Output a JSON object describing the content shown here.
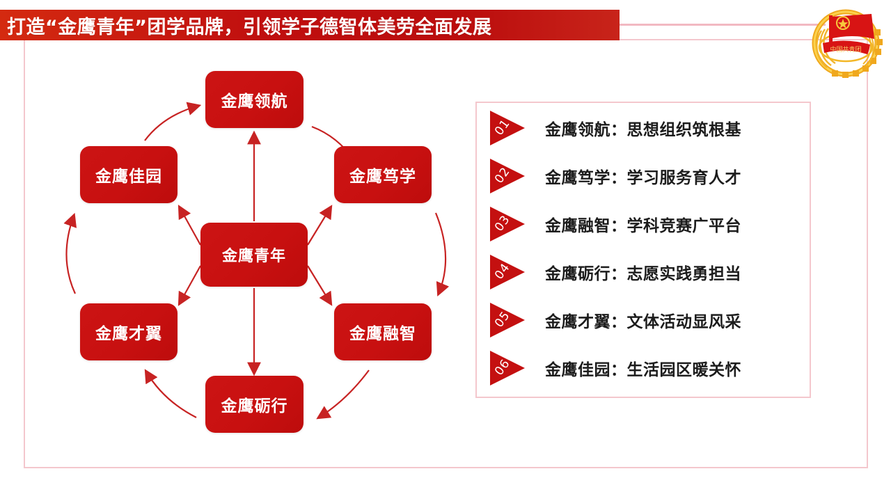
{
  "slide": {
    "title": "打造“金鹰青年”团学品牌，引领学子德智体美劳全面发展",
    "emblem_name": "communist-youth-league-emblem",
    "emblem_text": "中国共青团",
    "colors": {
      "brand_red": "#c81010",
      "title_red": "#c00f0f",
      "frame_pink": "#f4c7cd",
      "text_dark": "#1c1c1c",
      "emblem_gold": "#f5b921"
    }
  },
  "diagram": {
    "center": {
      "label": "金鹰青年"
    },
    "nodes": [
      {
        "id": "lead",
        "label": "金鹰领航"
      },
      {
        "id": "study",
        "label": "金鹰笃学"
      },
      {
        "id": "smart",
        "label": "金鹰融智"
      },
      {
        "id": "action",
        "label": "金鹰砺行"
      },
      {
        "id": "talent",
        "label": "金鹰才翼"
      },
      {
        "id": "home",
        "label": "金鹰佳园"
      }
    ]
  },
  "list": {
    "items": [
      {
        "num": "01",
        "text": "金鹰领航：思想组织筑根基"
      },
      {
        "num": "02",
        "text": "金鹰笃学：学习服务育人才"
      },
      {
        "num": "03",
        "text": "金鹰融智：学科竞赛广平台"
      },
      {
        "num": "04",
        "text": "金鹰砺行：志愿实践勇担当"
      },
      {
        "num": "05",
        "text": "金鹰才翼：文体活动显风采"
      },
      {
        "num": "06",
        "text": "金鹰佳园：生活园区暖关怀"
      }
    ]
  }
}
